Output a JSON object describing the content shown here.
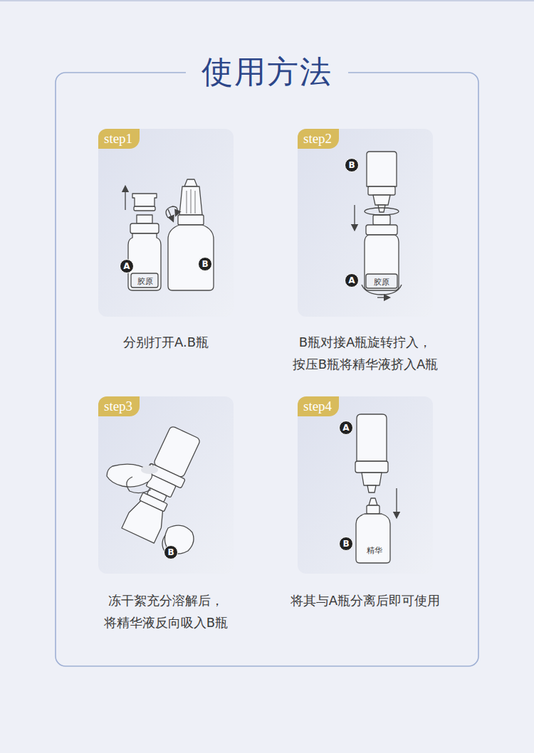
{
  "diagram": {
    "nodes": [
      {
        "text": [
          "使用方法"
        ]
      },
      {
        "text": [
          "step1",
          "分别打开A.B瓶"
        ],
        "in": 0
      },
      {
        "text": [
          "step2",
          "B瓶对接A瓶旋转拧入， 按压B瓶将精华液挤入A瓶"
        ],
        "in": 0
      },
      {
        "text": [
          "step3",
          "冻干絮充分溶解后， 将精华液反向吸入B瓶"
        ],
        "in": 0
      },
      {
        "text": [
          "step4",
          "将其与A瓶分离后即可使用"
        ],
        "in": 0
      }
    ],
    "labels": [
      "A",
      "胶原",
      "B",
      "B",
      "A",
      "胶原",
      "B",
      "A",
      "B",
      "精华"
    ]
  }
}
